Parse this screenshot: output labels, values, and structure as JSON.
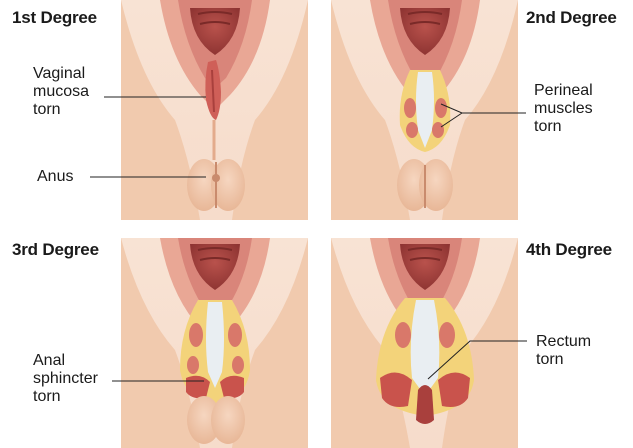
{
  "panels": [
    {
      "title": "1st Degree"
    },
    {
      "title": "2nd Degree"
    },
    {
      "title": "3rd Degree"
    },
    {
      "title": "4th Degree"
    }
  ],
  "labels": {
    "vaginal_mucosa": [
      "Vaginal",
      "mucosa",
      "torn"
    ],
    "anus": "Anus",
    "perineal_muscles": [
      "Perineal",
      "muscles",
      "torn"
    ],
    "anal_sphincter": [
      "Anal",
      "sphincter",
      "torn"
    ],
    "rectum": [
      "Rectum",
      "torn"
    ]
  },
  "colors": {
    "background": "#f6dccb",
    "skin": "#f2c9ad",
    "skin_shadow": "#e3ab8c",
    "mucosa": "#cf5f58",
    "mucosa_dark": "#a9403d",
    "fat": "#f3d37a",
    "muscle": "#d9786a",
    "rectal_wall": "#e9eef2"
  }
}
